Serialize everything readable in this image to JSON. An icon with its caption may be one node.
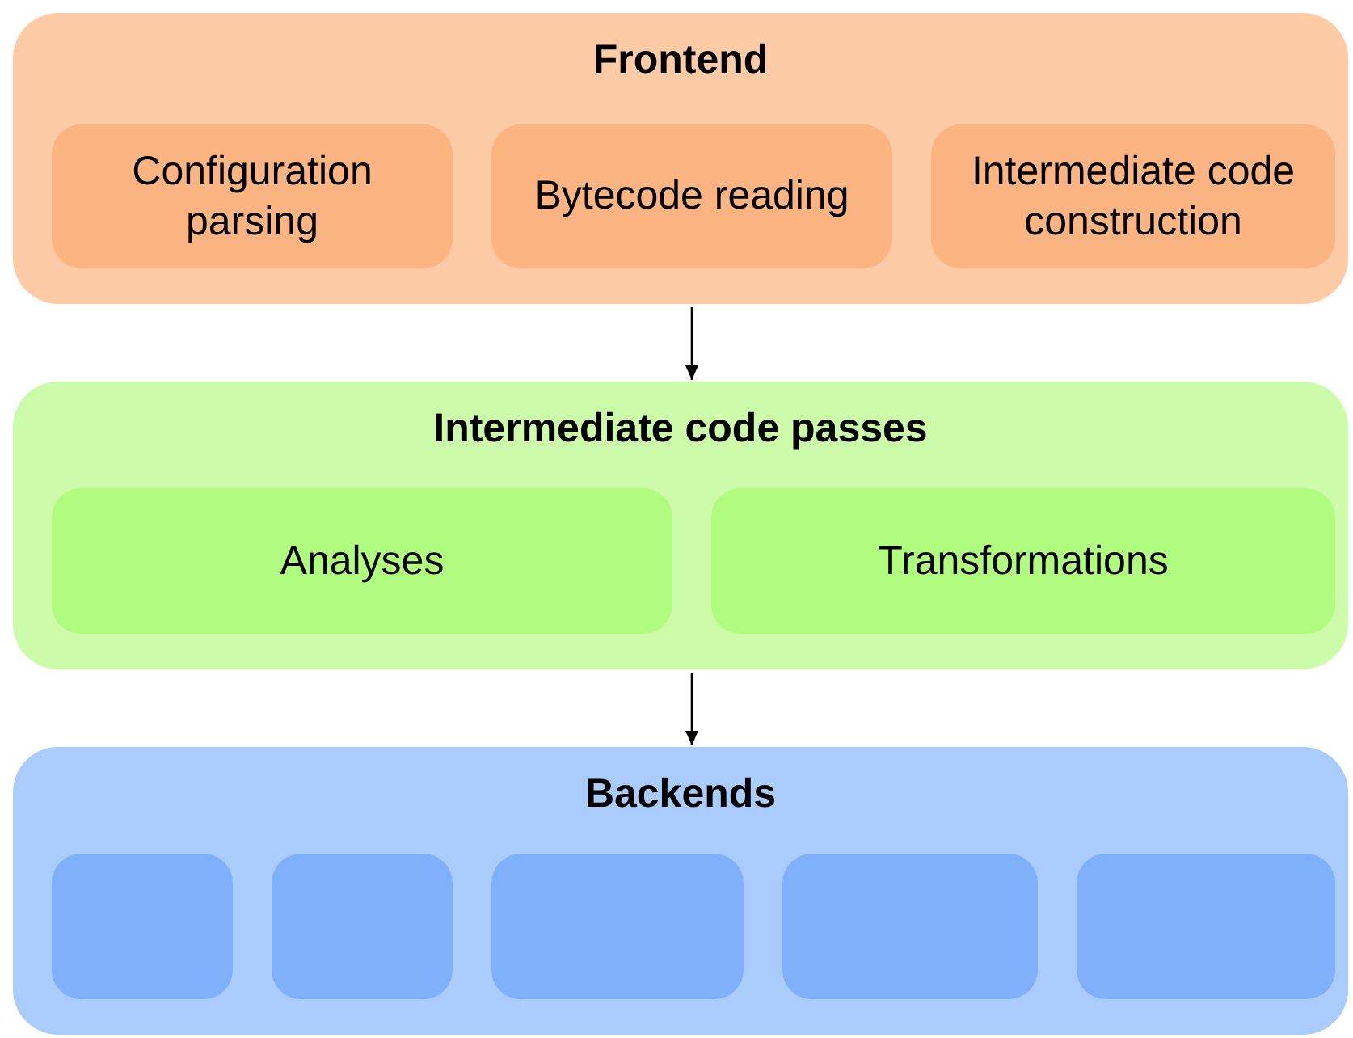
{
  "diagram": {
    "nodes": [
      {
        "text": [
          "Frontend"
        ]
      },
      {
        "text": [
          "Configuration parsing"
        ],
        "in": 0
      },
      {
        "text": [
          "Bytecode reading"
        ],
        "in": 0
      },
      {
        "text": [
          "Intermediate code construction"
        ],
        "in": 0
      },
      {
        "text": [
          "Intermediate code passes"
        ]
      },
      {
        "text": [
          "Analyses"
        ],
        "in": 4
      },
      {
        "text": [
          "Transformations"
        ],
        "in": 4
      },
      {
        "text": [
          "Backends"
        ]
      },
      {
        "text": [],
        "shape": "box",
        "in": 7
      },
      {
        "text": [],
        "shape": "box",
        "in": 7
      },
      {
        "text": [],
        "shape": "box",
        "in": 7
      },
      {
        "text": [],
        "shape": "box",
        "in": 7
      },
      {
        "text": [],
        "shape": "box",
        "in": 7
      }
    ],
    "edges": [
      {
        "from": 0,
        "to": 4,
        "arrow": "to"
      },
      {
        "from": 4,
        "to": 7,
        "arrow": "to"
      }
    ]
  }
}
